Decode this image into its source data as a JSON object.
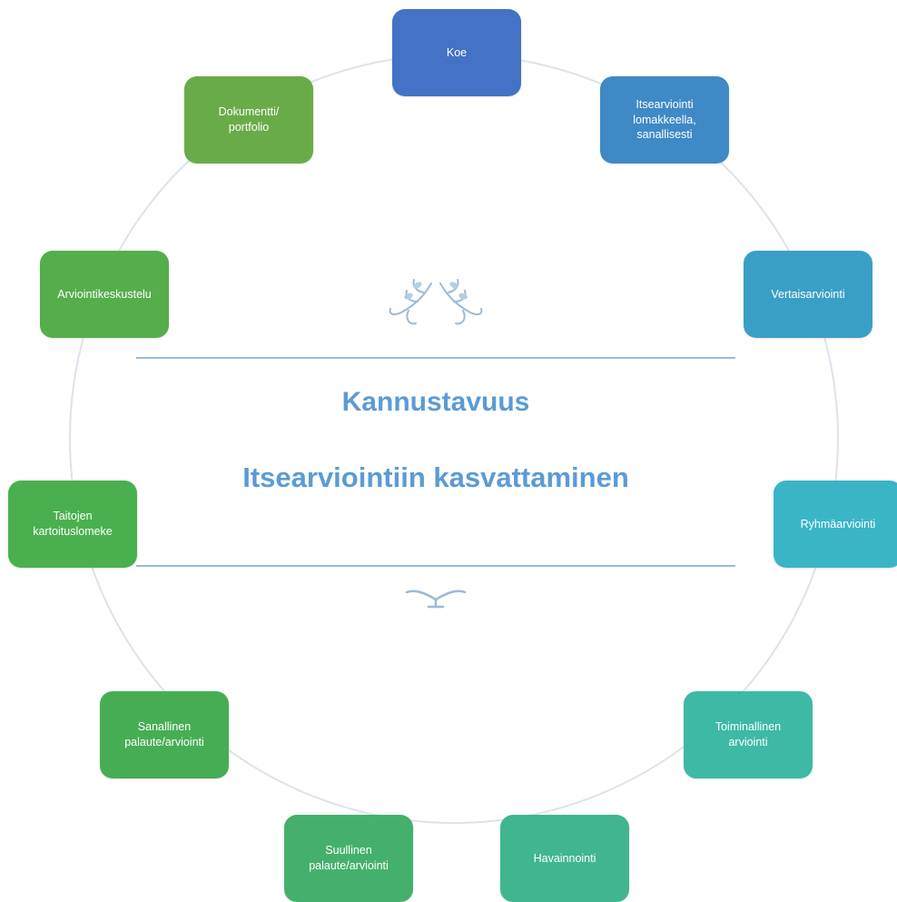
{
  "center": {
    "line1": "Kannustavuus",
    "line2": "Itsearviointiin kasvattaminen",
    "text_color": "#5b9bd5"
  },
  "nodes": {
    "koe": {
      "label": "Koe",
      "color": "#4472c4"
    },
    "itsearviointi": {
      "label": "Itsearviointi\nlomakkeella,\nsanallisesti",
      "color": "#3f89c6"
    },
    "vertaisarviointi": {
      "label": "Vertaisarviointi",
      "color": "#3a9fc5"
    },
    "ryhmaarviointi": {
      "label": "Ryhmäarviointi",
      "color": "#3ab5c6"
    },
    "toiminallinen": {
      "label": "Toiminallinen\narviointi",
      "color": "#3db9a6"
    },
    "havainnointi": {
      "label": "Havainnointi",
      "color": "#40b58f"
    },
    "suullinen": {
      "label": "Suullinen\npalaute/arviointi",
      "color": "#45b06d"
    },
    "sanallinen": {
      "label": "Sanallinen\npalaute/arviointi",
      "color": "#47ad55"
    },
    "taitojen": {
      "label": "Taitojen\nkartoituslomeke",
      "color": "#4ab04f"
    },
    "arviointikeskustelu": {
      "label": "Arviointikeskustelu",
      "color": "#55ad4b"
    },
    "dokumentti": {
      "label": "Dokumentti/\nportfolio",
      "color": "#6aab49"
    }
  },
  "icons": {
    "top_ornament": "floral-ornament-icon",
    "bottom_ornament": "flourish-ornament-icon"
  }
}
